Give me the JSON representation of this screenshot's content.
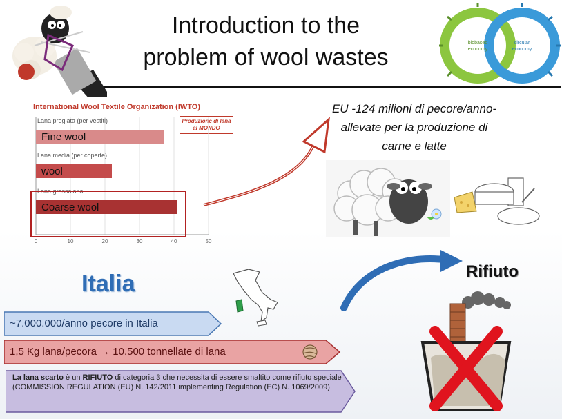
{
  "title": {
    "line1": "Introduction to the",
    "line2": "problem of wool wastes"
  },
  "logo": {
    "left_label": "biobased economy",
    "right_label": "circular economy"
  },
  "chart_data": {
    "type": "bar",
    "title": "International Wool Textile Organization (IWTO)",
    "legend": "Produzione di lana al MONDO",
    "categories": [
      {
        "label": "Lana pregiata (per vestiti)",
        "overlay": "Fine wool"
      },
      {
        "label": "Lana media (per coperte)",
        "overlay": "wool"
      },
      {
        "label": "Lana grossolana",
        "overlay": "Coarse wool"
      }
    ],
    "values": [
      37,
      22,
      41
    ],
    "xlim": [
      0,
      50
    ],
    "xticks": [
      "0",
      "10",
      "20",
      "30",
      "40",
      "50"
    ],
    "bar_color": "#a83232"
  },
  "eu": {
    "line1": "EU -124 milioni di pecore/anno-",
    "line2": "allevate per la produzione di",
    "line3": "carne e latte"
  },
  "italia": "Italia",
  "rifiuto": "Rifiuto",
  "banners": {
    "sheep_count": "~7.000.000/anno pecore in Italia",
    "wool_amount": "1,5 Kg lana/pecora → 10.500 tonnellate di lana"
  },
  "note": {
    "bold1": "La lana scarto",
    "t1": " è un ",
    "bold2": "RIFIUTO",
    "t2": " di categoria 3 che necessita di essere smaltito come rifiuto speciale (COMMISSION REGULATION (EU) N. 142/2011 implementing  Regulation (EC) N. 1069/2009)"
  },
  "colors": {
    "accent_blue": "#2f6db5",
    "banner_blue": "#c9daf2",
    "banner_red": "#e9a3a3",
    "banner_purple": "#c7bde0",
    "red_x": "#e0141e"
  }
}
